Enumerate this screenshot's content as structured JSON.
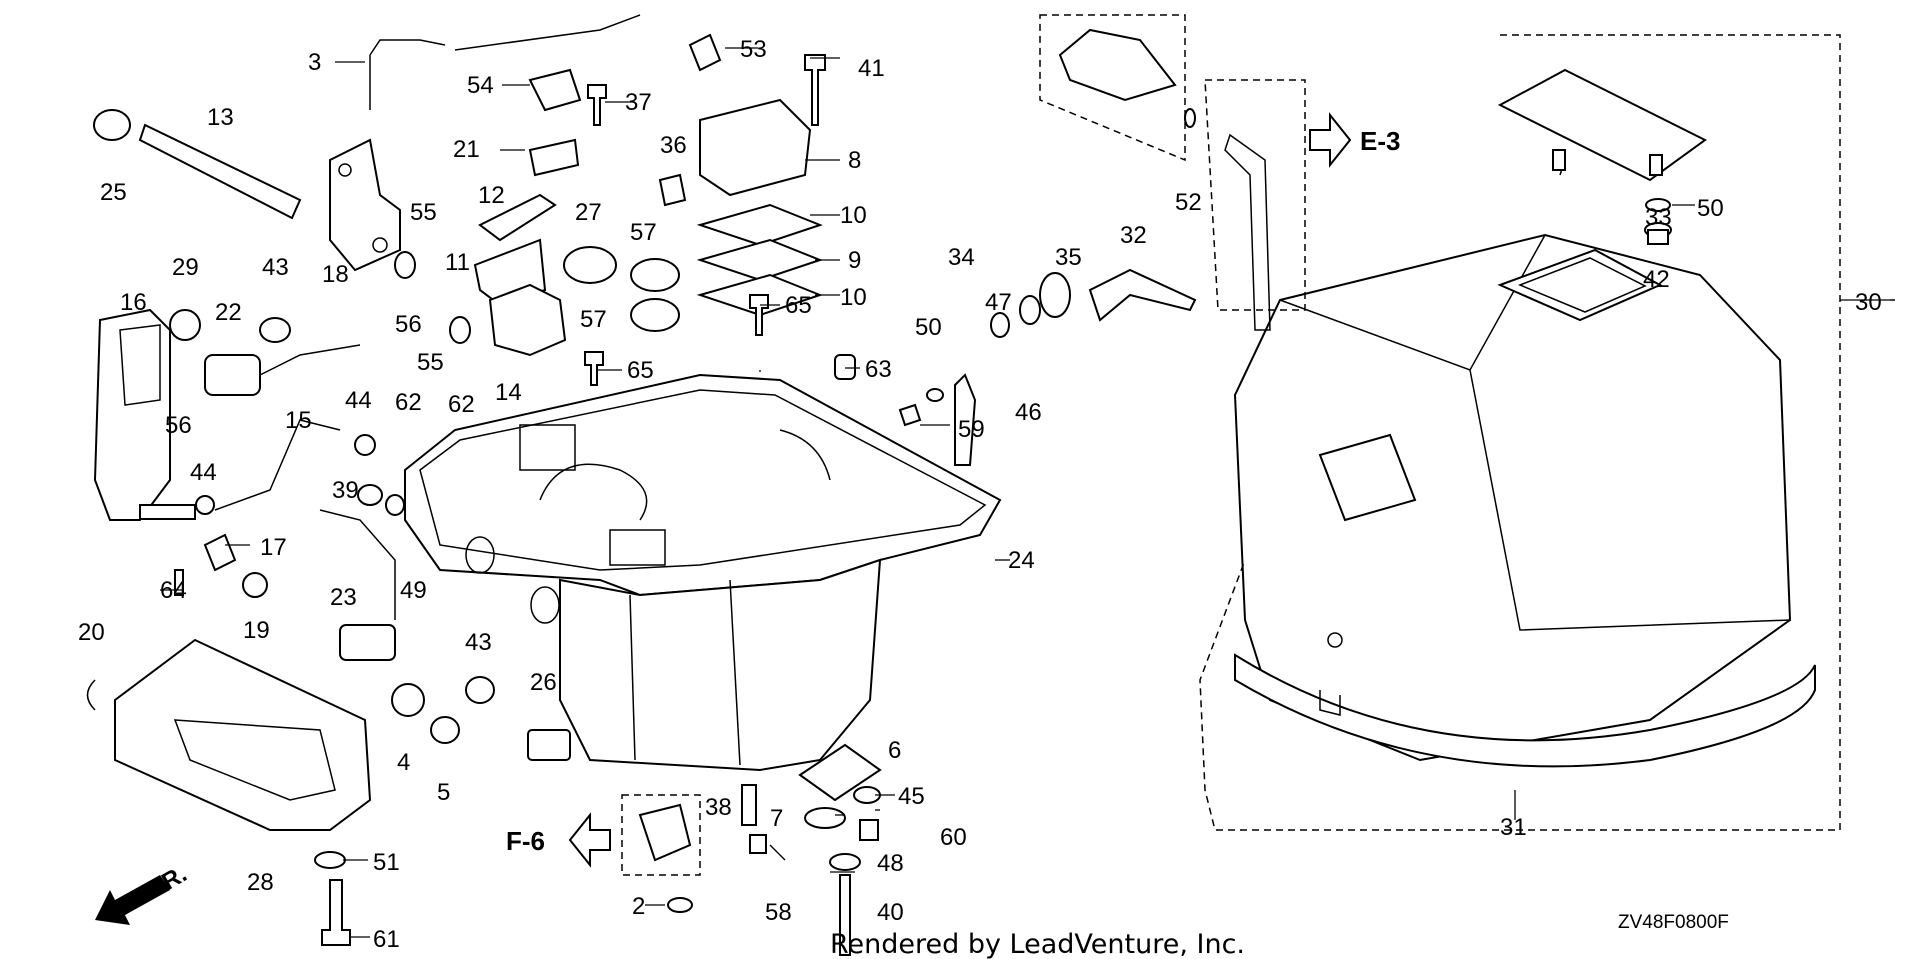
{
  "diagram": {
    "callouts": [
      "2",
      "3",
      "4",
      "5",
      "6",
      "7",
      "8",
      "9",
      "10",
      "10",
      "11",
      "12",
      "13",
      "14",
      "15",
      "16",
      "17",
      "18",
      "19",
      "20",
      "21",
      "22",
      "23",
      "24",
      "25",
      "26",
      "27",
      "28",
      "29",
      "30",
      "31",
      "32",
      "33",
      "34",
      "35",
      "36",
      "37",
      "38",
      "39",
      "40",
      "41",
      "42",
      "43",
      "43",
      "44",
      "44",
      "45",
      "46",
      "47",
      "48",
      "49",
      "50",
      "50",
      "51",
      "52",
      "53",
      "54",
      "55",
      "55",
      "56",
      "56",
      "57",
      "57",
      "58",
      "59",
      "60",
      "61",
      "62",
      "62",
      "63",
      "64",
      "65",
      "65"
    ],
    "references": {
      "e3": "E-3",
      "f6": "F-6"
    },
    "direction_label": "FR.",
    "drawing_code": "ZV48F0800F",
    "credit": "Rendered by LeadVenture, Inc."
  }
}
